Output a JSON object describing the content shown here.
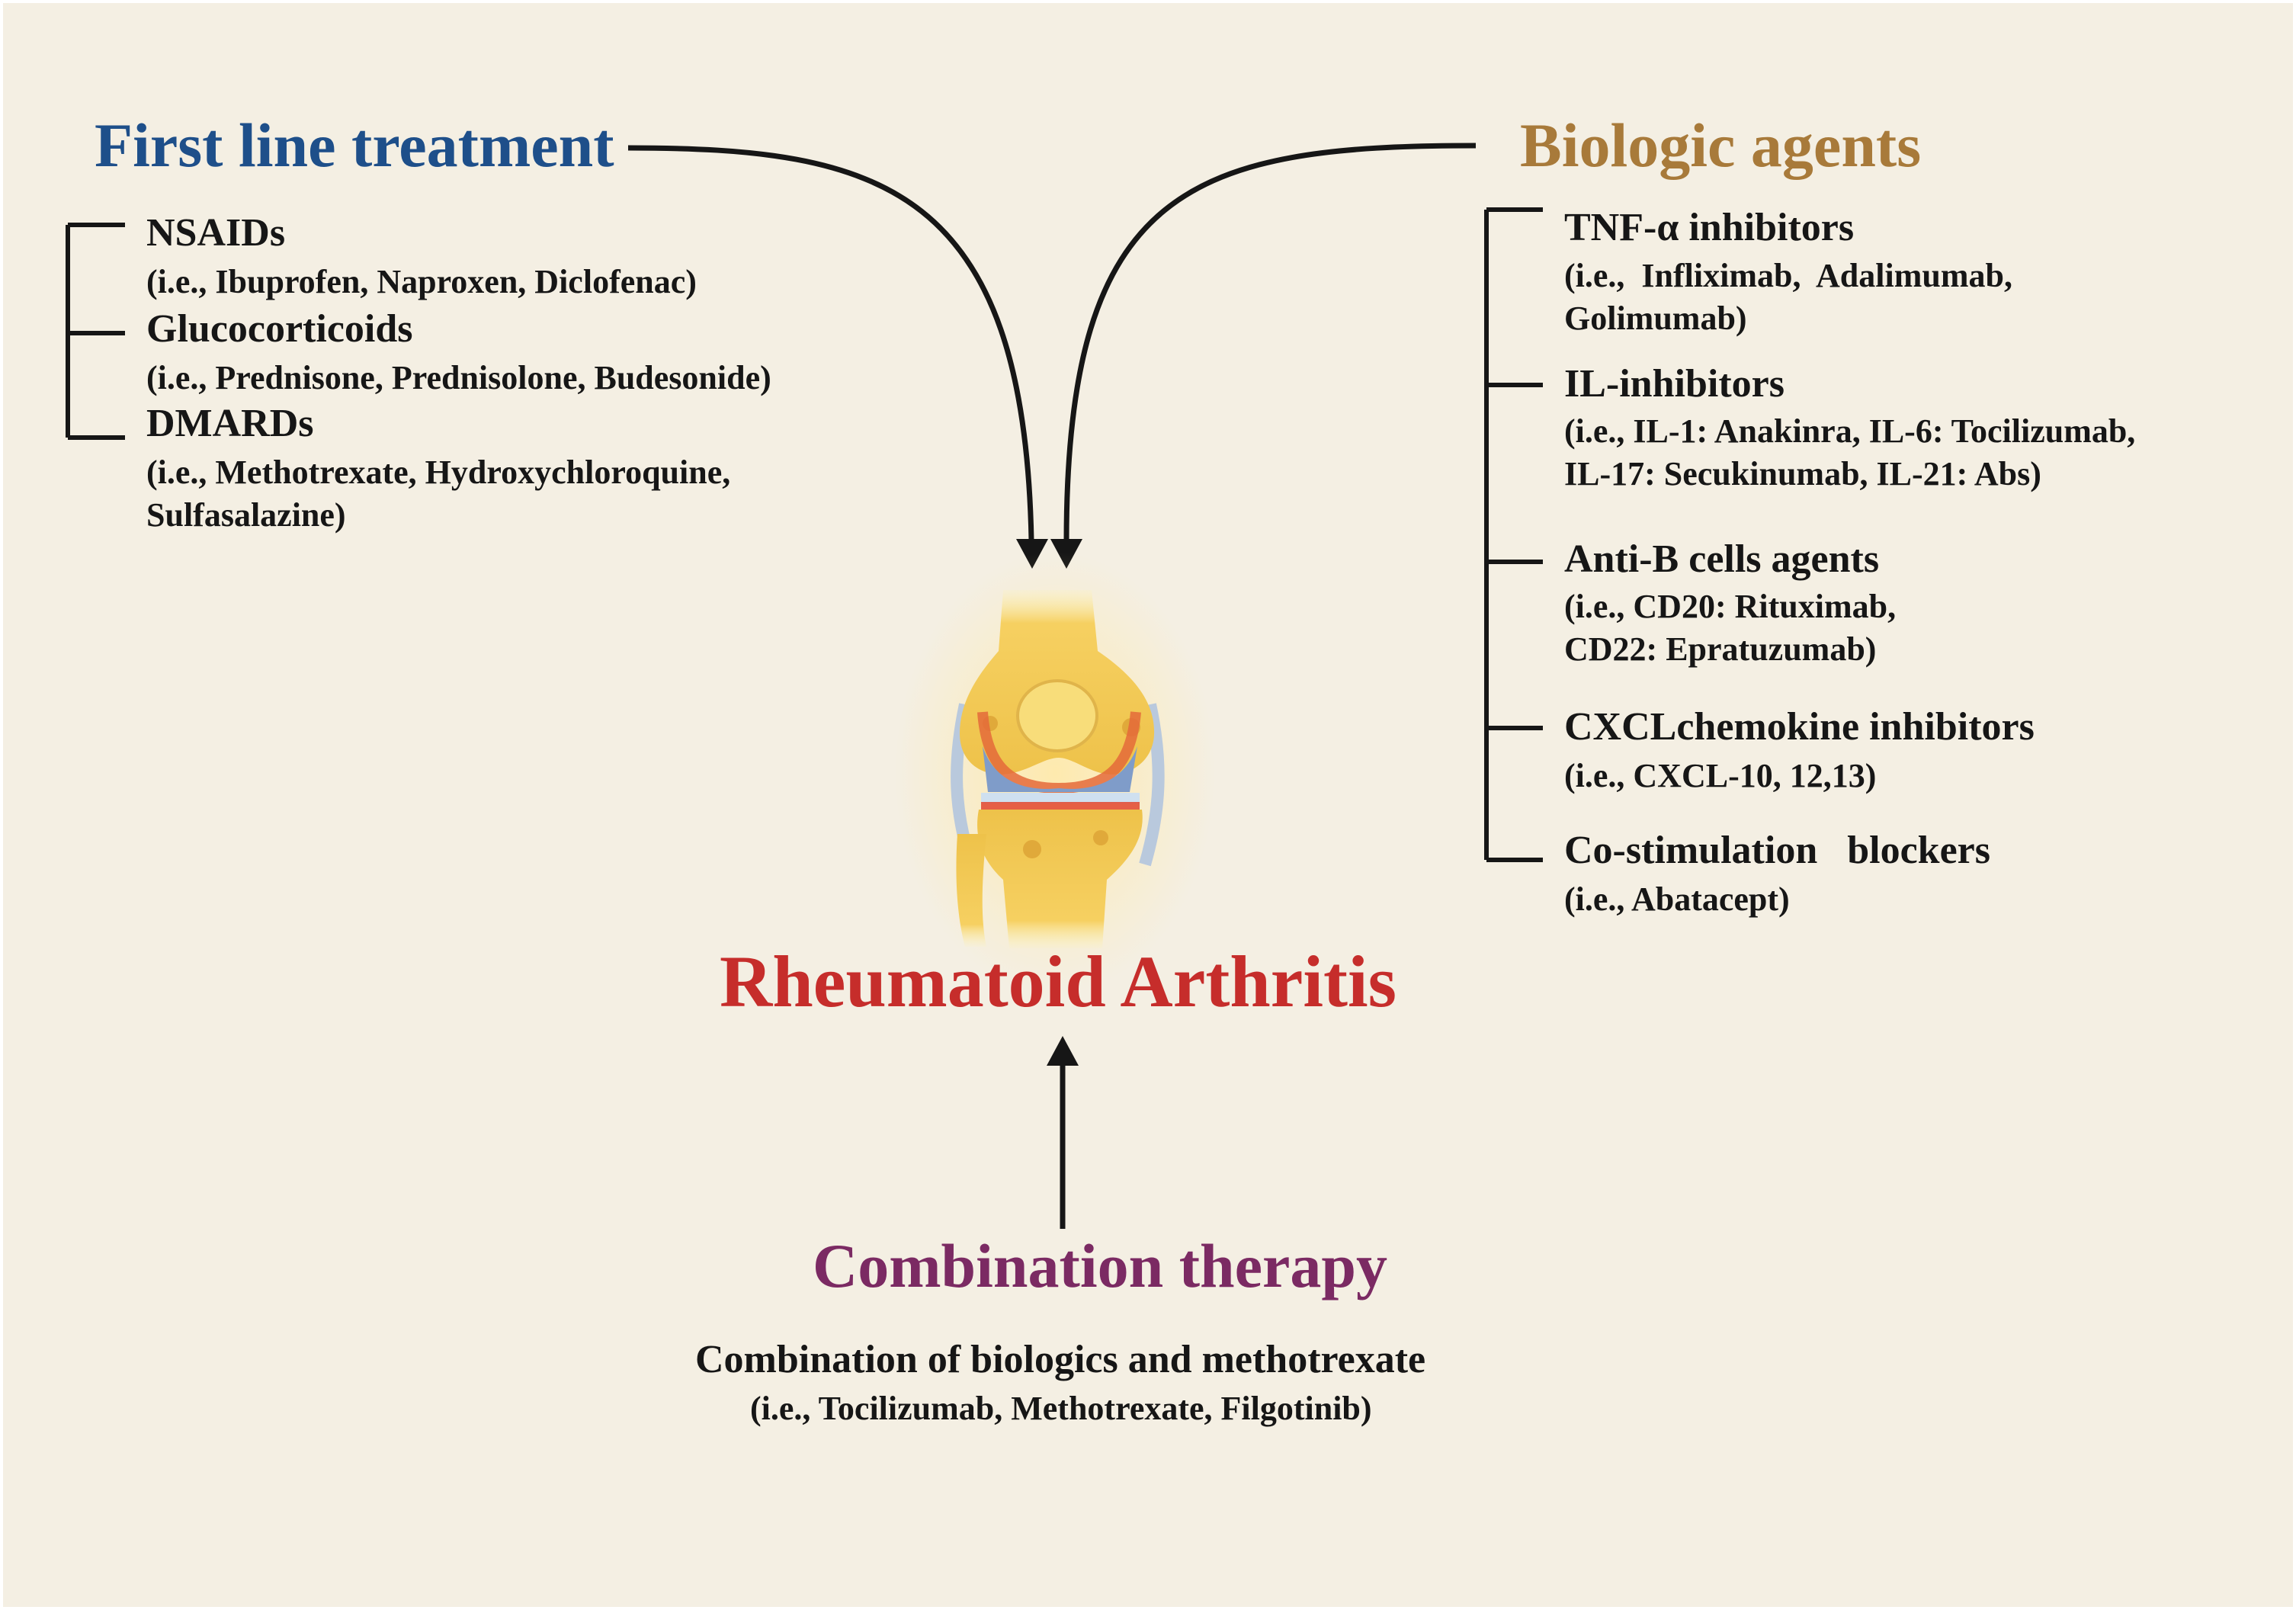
{
  "colors": {
    "background": "#f4efe3",
    "first_line": "#1e4f8a",
    "biologic": "#a87a3a",
    "combination": "#7b2a63",
    "ra": "#c62d2b",
    "text": "#161616"
  },
  "first_line": {
    "title": "First line treatment",
    "items": [
      {
        "name": "NSAIDs",
        "detail": "(i.e., Ibuprofen, Naproxen, Diclofenac)"
      },
      {
        "name": "Glucocorticoids",
        "detail": "(i.e., Prednisone, Prednisolone, Budesonide)"
      },
      {
        "name": "DMARDs",
        "detail_line1": "(i.e., Methotrexate, Hydroxychloroquine,",
        "detail_line2": "Sulfasalazine)"
      }
    ]
  },
  "biologic": {
    "title": "Biologic agents",
    "items": [
      {
        "name": "TNF-α inhibitors",
        "detail_line1": "(i.e.,  Infliximab,  Adalimumab,",
        "detail_line2": "Golimumab)"
      },
      {
        "name": "IL-inhibitors",
        "detail_line1": "(i.e., IL-1: Anakinra, IL-6: Tocilizumab,",
        "detail_line2": "IL-17: Secukinumab, IL-21: Abs)"
      },
      {
        "name": "Anti-B cells agents",
        "detail_line1": "(i.e., CD20: Rituximab,",
        "detail_line2": "CD22: Epratuzumab)"
      },
      {
        "name": "CXCLchemokine inhibitors",
        "detail_line1": "(i.e., CXCL-10, 12,13)"
      },
      {
        "name": "Co-stimulation   blockers",
        "detail_line1": "(i.e., Abatacept)"
      }
    ]
  },
  "center": {
    "title": "Rheumatoid Arthritis",
    "icon": "knee-joint-illustration"
  },
  "combination": {
    "title": "Combination therapy",
    "line1": "Combination of biologics and methotrexate",
    "line2": "(i.e., Tocilizumab, Methotrexate, Filgotinib)"
  }
}
